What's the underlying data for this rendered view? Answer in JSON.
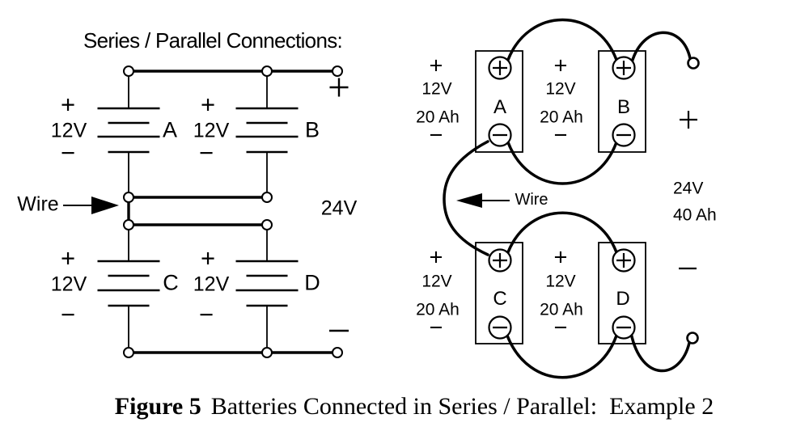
{
  "signs": {
    "plus": "+",
    "minus": "−"
  },
  "left_diagram": {
    "title": "Series / Parallel Connections:",
    "wire_label": "Wire",
    "output_voltage": "24V",
    "batteries": [
      {
        "name": "A",
        "voltage": "12V"
      },
      {
        "name": "B",
        "voltage": "12V"
      },
      {
        "name": "C",
        "voltage": "12V"
      },
      {
        "name": "D",
        "voltage": "12V"
      }
    ]
  },
  "right_diagram": {
    "wire_label": "Wire",
    "output_voltage": "24V",
    "output_capacity": "40 Ah",
    "batteries": [
      {
        "name": "A",
        "voltage": "12V",
        "capacity": "20 Ah"
      },
      {
        "name": "B",
        "voltage": "12V",
        "capacity": "20 Ah"
      },
      {
        "name": "C",
        "voltage": "12V",
        "capacity": "20 Ah"
      },
      {
        "name": "D",
        "voltage": "12V",
        "capacity": "20 Ah"
      }
    ]
  },
  "caption": {
    "figure_label": "Figure 5",
    "text": "Batteries Connected in Series / Parallel:  Example 2"
  },
  "colors": {
    "ink": "#000000",
    "background": "#ffffff"
  }
}
